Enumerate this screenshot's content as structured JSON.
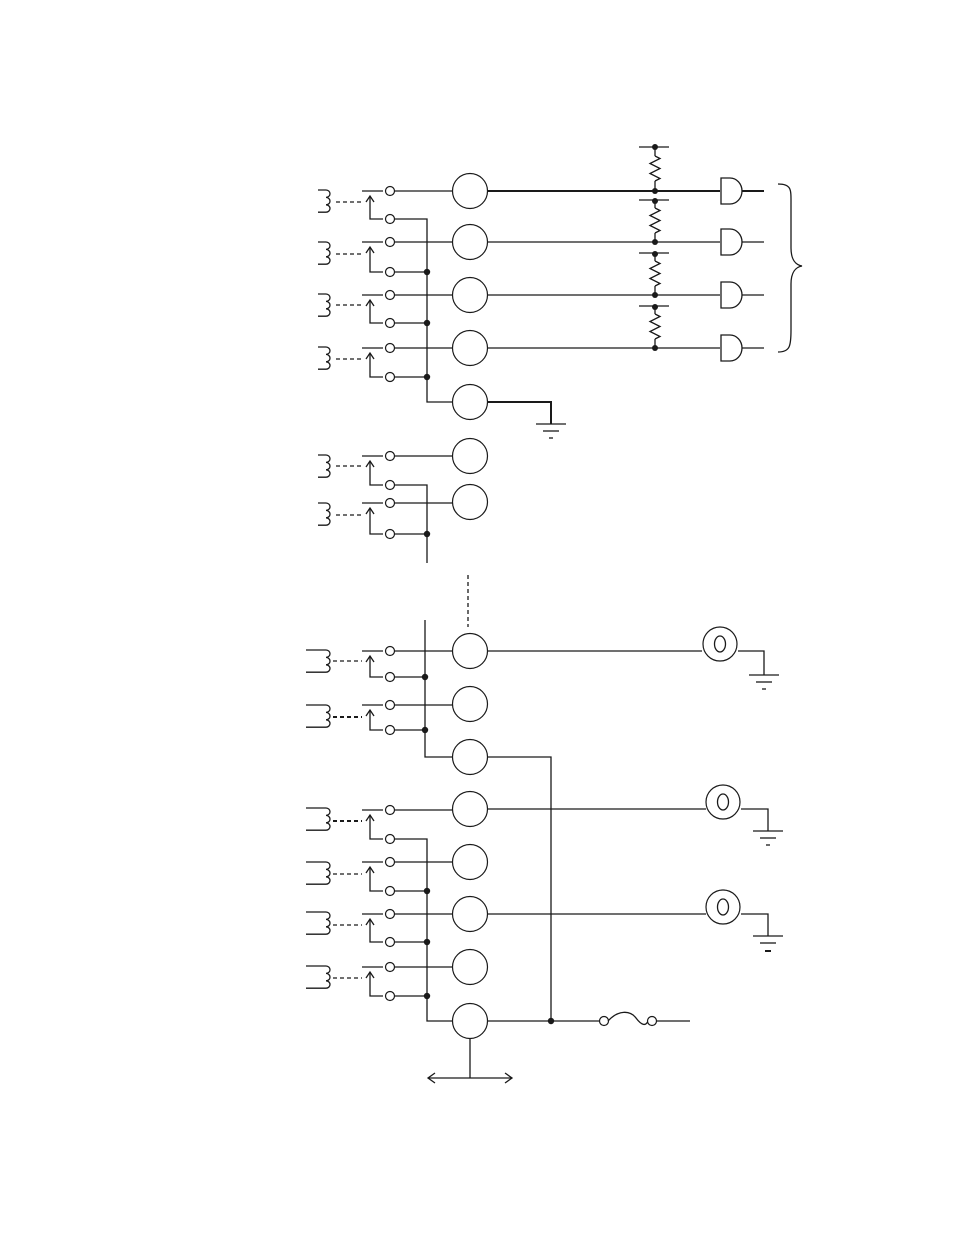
{
  "figure": {
    "type": "wiring-schematic",
    "colors": {
      "stroke": "#1a1a1a",
      "background": "#ffffff"
    },
    "upper_block": {
      "connector_pins": 5,
      "relays": 4,
      "pull_up_resistors": 4,
      "gates": 4,
      "brace": true,
      "ground": true
    },
    "middle_block": {
      "connector_pins": 2,
      "relays": 2,
      "continuation": "dashed"
    },
    "lower_block": {
      "connector_pins": 8,
      "relays": 6,
      "lamps": 3,
      "lamp_grounds": 3,
      "fuse": true,
      "bidirectional_arrow": true
    }
  }
}
